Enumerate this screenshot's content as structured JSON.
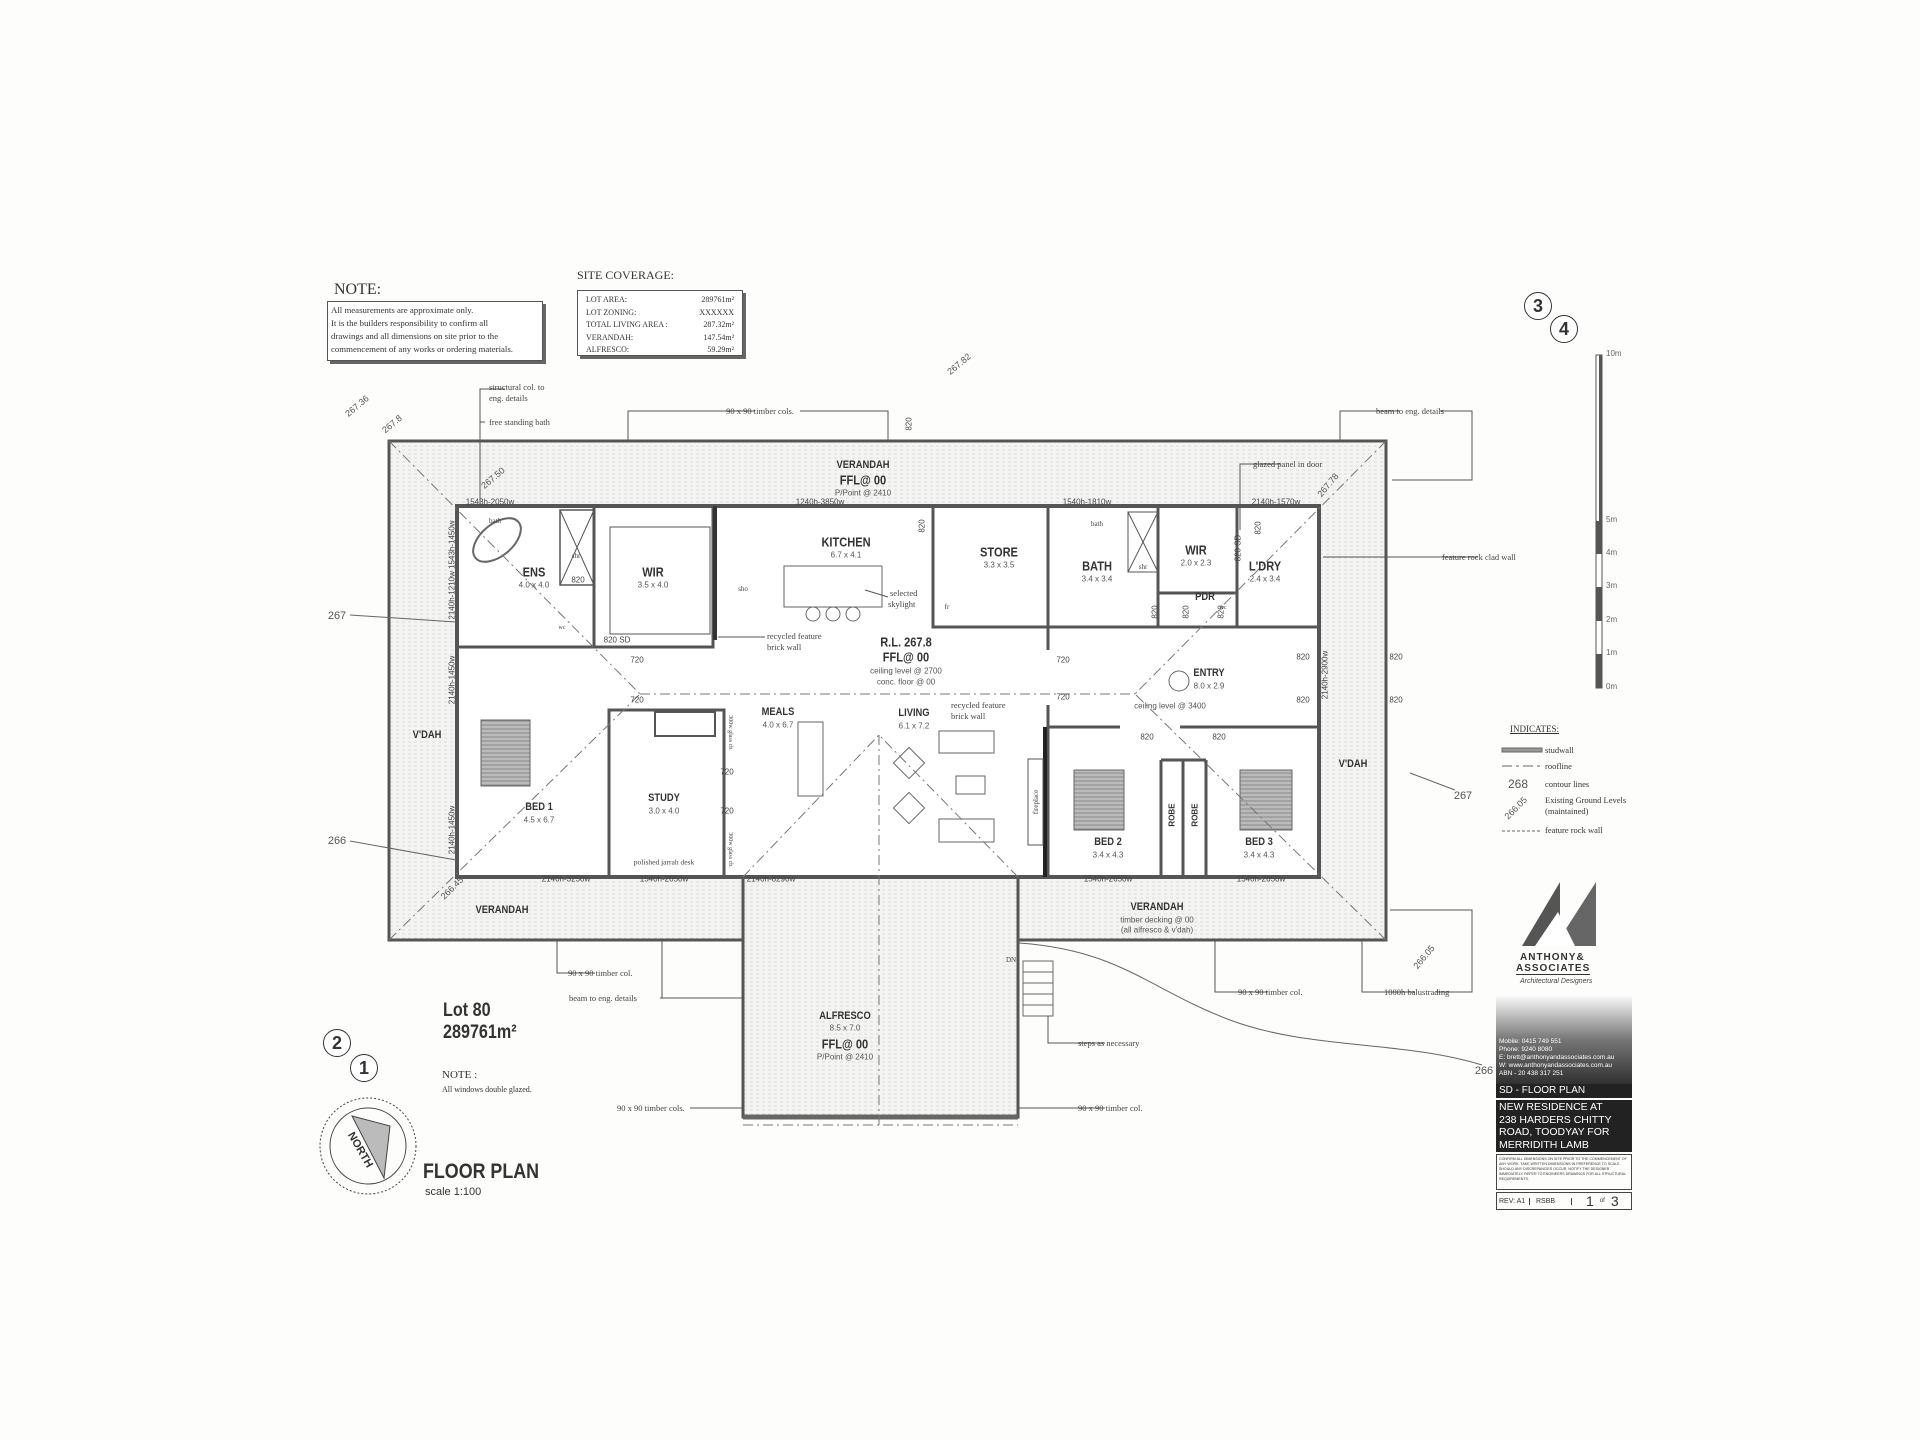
{
  "notes": {
    "title": "NOTE:",
    "lines": [
      "All measurements are approximate only.",
      "It is the builders responsibility to confirm all",
      "drawings and all dimensions on site prior  to the",
      "commencement of any works or ordering materials."
    ]
  },
  "site_coverage": {
    "title": "SITE COVERAGE:",
    "rows": [
      {
        "label": "LOT AREA:",
        "value": "289761m²"
      },
      {
        "label": "LOT ZONING:",
        "value": "XXXXXX"
      },
      {
        "label": "TOTAL LIVING AREA :",
        "value": "287.32m²"
      },
      {
        "label": "VERANDAH:",
        "value": "147.54m²"
      },
      {
        "label": "ALFRESCO:",
        "value": "59.29m²"
      }
    ]
  },
  "rooms": {
    "ens": {
      "name": "ENS",
      "size": "4.0 x 4.0"
    },
    "wir1": {
      "name": "WIR",
      "size": "3.5 x 4.0"
    },
    "kitchen": {
      "name": "KITCHEN",
      "size": "6.7 x 4.1"
    },
    "store": {
      "name": "STORE",
      "size": "3.3 x 3.5"
    },
    "bath": {
      "name": "BATH",
      "size": "3.4 x 3.4"
    },
    "wir2": {
      "name": "WIR",
      "size": "2.0 x 2.3"
    },
    "laundry": {
      "name": "L'DRY",
      "size": "2.4 x 3.4"
    },
    "pdr": {
      "name": "PDR"
    },
    "entry": {
      "name": "ENTRY",
      "size": "8.0 x 2.9",
      "note": "ceiling level @ 3400"
    },
    "meals": {
      "name": "MEALS",
      "size": "4.0 x 6.7"
    },
    "living": {
      "name": "LIVING",
      "size": "6.1 x 7.2"
    },
    "study": {
      "name": "STUDY",
      "size": "3.0 x 4.0",
      "note": "polished jarrah desk"
    },
    "bed1": {
      "name": "BED 1",
      "size": "4.5 x 6.7"
    },
    "bed2": {
      "name": "BED 2",
      "size": "3.4 x 4.3"
    },
    "bed3": {
      "name": "BED 3",
      "size": "3.4 x 4.3"
    },
    "robe": "ROBE",
    "vdah": "V'DAH",
    "verandah_top": {
      "name": "VERANDAH",
      "ffl": "FFL@ 00",
      "point": "P/Point @ 2410"
    },
    "verandah_bl": {
      "name": "VERANDAH"
    },
    "verandah_br": {
      "name": "VERANDAH",
      "note1": "timber decking @ 00",
      "note2": "(all alfresco & v'dah)"
    },
    "alfresco": {
      "name": "ALFRESCO",
      "size": "8.5 x 7.0",
      "ffl": "FFL@ 00",
      "point": "P/Point @ 2410"
    },
    "core": {
      "rl": "R.L. 267.8",
      "ffl": "FFL@ 00",
      "ceiling": "ceiling level @ 2700",
      "floor": "conc. floor @ 00"
    }
  },
  "fixtures": {
    "bath": "bath",
    "shr": "shr",
    "wc": "wc",
    "sho": "sho",
    "fr": "fr",
    "fireplace": "fireplace",
    "glass": "300w glass cb.",
    "dn": "DN"
  },
  "annotations": {
    "struct_col": "structural col. to",
    "struct_col2": "eng. details",
    "free_bath": "free standing bath",
    "timber_cols_top": "90 x 90 timber cols.",
    "beam_top": "beam to eng. details",
    "glazed_panel": "glazed panel in door",
    "rock_clad": "feature rock clad wall",
    "brick_wall_1": "recycled feature",
    "brick_wall_2": "brick wall",
    "skylight_1": "selected",
    "skylight_2": "skylight",
    "timber_col_bl": "90 x 90 timber col.",
    "beam_bl": "beam to eng. details",
    "timber_col_br": "90 x 90 timber col.",
    "balustrading": "1000h balustrading",
    "steps": "steps as necessary",
    "timber_cols_bottom": "90 x 90 timber cols.",
    "timber_col_bottom_r": "90 x 90 timber col."
  },
  "window_dims": [
    "1543h-2050w",
    "1240h-3850w",
    "1540h-1810w",
    "2140h-1570w",
    "2140h-3250w",
    "1540h-2050w",
    "2140h-8290w",
    "1540h-2650w",
    "1540h-2650w",
    "2140h-1210w 1543h-1450w",
    "2140h-1450w",
    "2140h-1450w",
    "2140h-2900w"
  ],
  "door_labels": [
    "820",
    "820",
    "820",
    "820 SD",
    "720",
    "720",
    "720",
    "720",
    "720",
    "720",
    "820",
    "820",
    "820 SD",
    "820",
    "820",
    "820",
    "820",
    "820",
    "820",
    "820",
    "820"
  ],
  "contours": [
    "267.36",
    "267.8",
    "267.50",
    "267.82",
    "267.78",
    "267",
    "266",
    "266.45",
    "267",
    "266.05",
    "266"
  ],
  "lot": {
    "name": "Lot 80",
    "area": "289761m²",
    "note_title": "NOTE :",
    "note": "All windows double glazed."
  },
  "drawing": {
    "title": "FLOOR PLAN",
    "scale": "scale  1:100",
    "north": "NORTH",
    "markers": [
      "2",
      "1",
      "3",
      "4"
    ]
  },
  "scale_bar": [
    "10m",
    "5m",
    "4m",
    "3m",
    "2m",
    "1m",
    "0m"
  ],
  "legend": {
    "title": "INDICATES:",
    "items": [
      "studwall",
      "roofline",
      "contour lines",
      "Existing Ground Levels (maintained)",
      "feature rock wall"
    ],
    "contour_sample": "268",
    "level_sample": "266.05"
  },
  "title_block": {
    "company1": "ANTHONY&",
    "company2": "ASSOCIATES",
    "tagline": "Architectural Designers",
    "contact": [
      "Mobile: 0415 749 551",
      "Phone:  9240 8080",
      "E: brett@anthonyandassociates.com.au",
      "W: www.anthonyandassociates.com.au",
      "ABN - 20 438 317 251"
    ],
    "sheet": "SD - FLOOR PLAN",
    "project": [
      "NEW RESIDENCE AT",
      "238 HARDERS CHITTY",
      "ROAD, TOODYAY FOR",
      "MERRIDITH LAMB"
    ],
    "disclaimer": "CONFIRM ALL DIMENSIONS ON SITE PRIOR TO THE COMMENCEMENT OF ANY WORK. TAKE WRITTEN DIMENSIONS IN PREFERENCE TO SCALE. SHOULD ANY DISCREPANCIES OCCUR, NOTIFY THE DESIGNER IMMEDIATELY. REFER TO ENGINEERS DRAWINGS FOR ALL STRUCTURAL REQUIREMENTS.",
    "rev": "REV: A1",
    "drawn": "RSBB",
    "page": "1",
    "of": "of",
    "total": "3"
  }
}
